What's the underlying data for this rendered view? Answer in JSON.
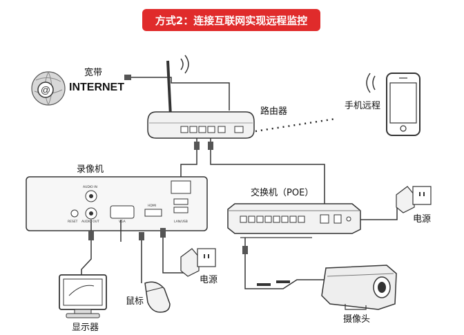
{
  "title": "方式2：连接互联网实现远程监控",
  "labels": {
    "broadband": "宽带",
    "internet": "INTERNET",
    "router": "路由器",
    "mobile": "手机远程",
    "nvr": "录像机",
    "switch": "交换机（POE）",
    "power_right": "电源",
    "power_bottom": "电源",
    "mouse": "鼠标",
    "monitor": "显示器",
    "camera": "摄像头"
  },
  "ports": {
    "audio_in": "AUDIO IN",
    "audio_out": "AUDIO OUT",
    "vga": "VGA",
    "hdmi": "HDMI",
    "lan_usb": "LAN/USB",
    "reset": "RESET"
  },
  "colors": {
    "banner": "#e02b2b",
    "line": "#333333",
    "device_fill": "#f2f2f2"
  }
}
